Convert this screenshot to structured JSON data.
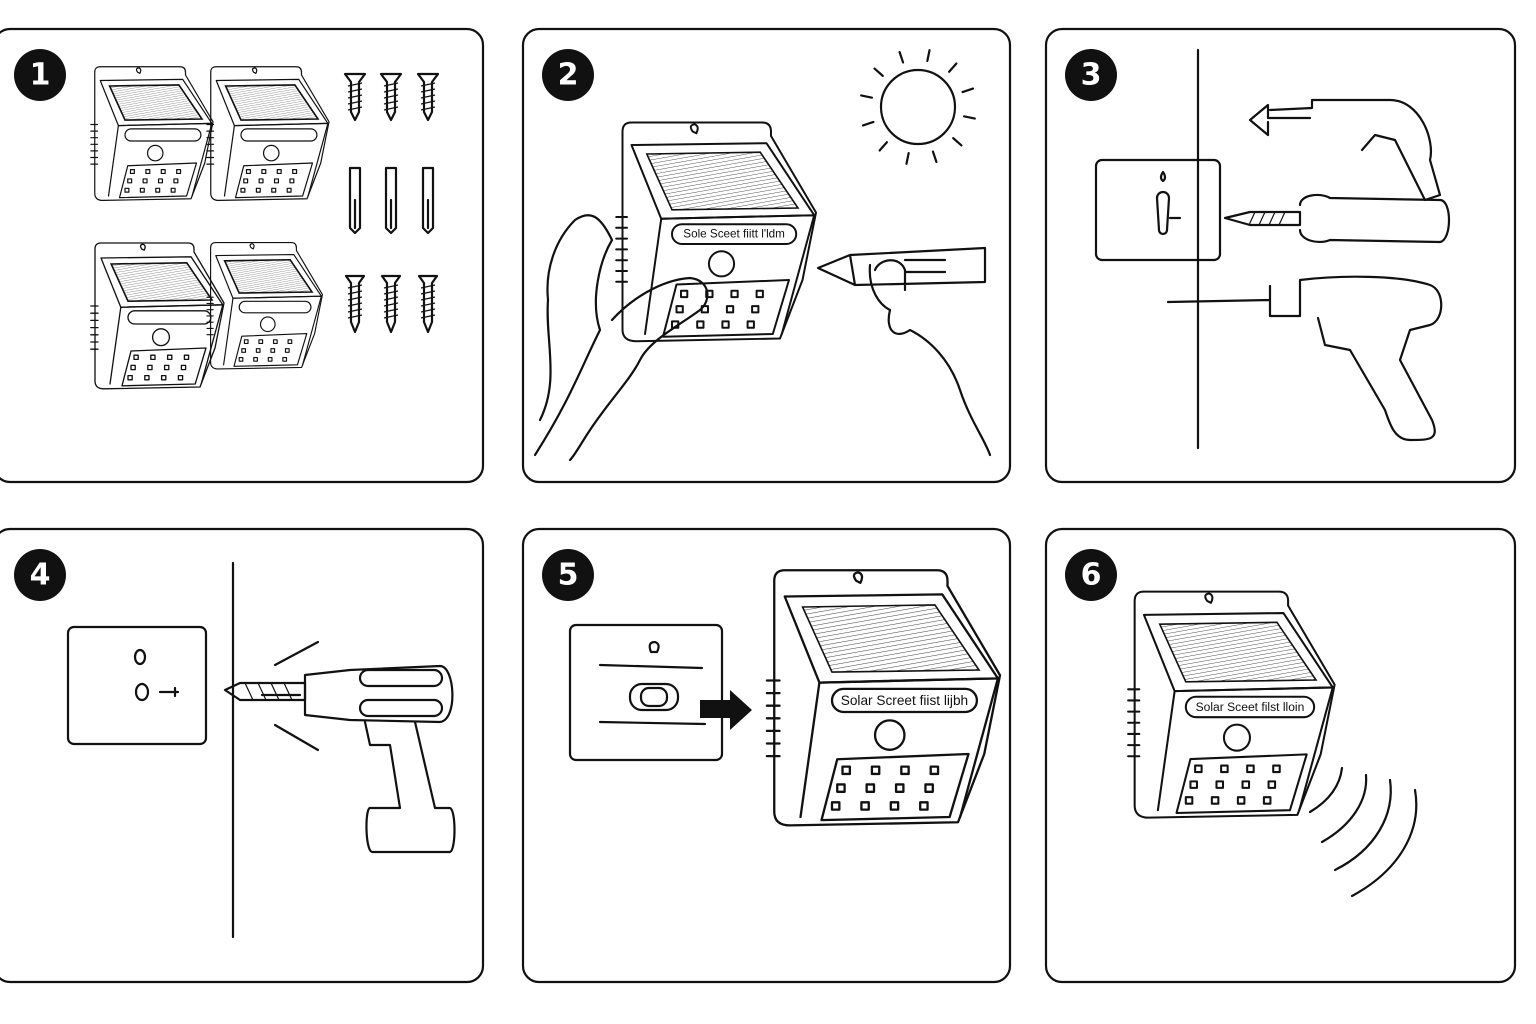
{
  "steps": [
    {
      "number": "1"
    },
    {
      "number": "2",
      "label": "Sole Sceet fiitt l'ldm"
    },
    {
      "number": "3"
    },
    {
      "number": "4"
    },
    {
      "number": "5",
      "label": "Solar Screet fiist lijbh"
    },
    {
      "number": "6",
      "label": "Solar Sceet filst lloin"
    }
  ],
  "colors": {
    "line": "#111111",
    "background": "#ffffff"
  }
}
